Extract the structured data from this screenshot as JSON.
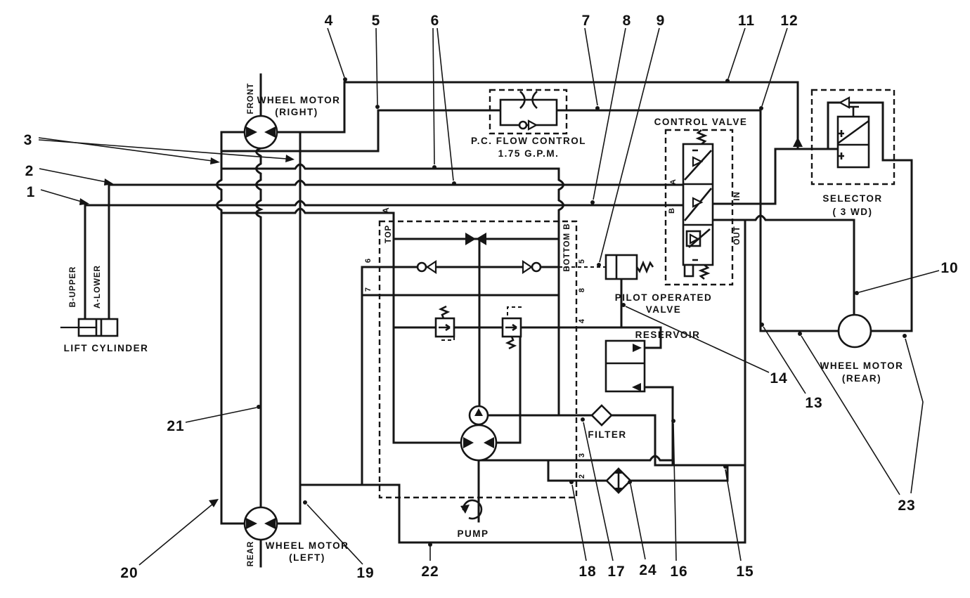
{
  "figure": {
    "type": "hydraulic-schematic",
    "background": "#ffffff",
    "ink": "#151515"
  },
  "labels": {
    "wheel_motor_right_1": "WHEEL MOTOR",
    "wheel_motor_right_2": "(RIGHT)",
    "wheel_motor_left_1": "WHEEL MOTOR",
    "wheel_motor_left_2": "(LEFT)",
    "wheel_motor_rear_1": "WHEEL MOTOR",
    "wheel_motor_rear_2": "(REAR)",
    "front": "FRONT",
    "rear": "REAR",
    "pc_flow_1": "P.C. FLOW CONTROL",
    "pc_flow_2": "1.75 G.P.M.",
    "control_valve": "CONTROL VALVE",
    "selector_1": "SELECTOR",
    "selector_2": "( 3 WD)",
    "pilot_valve_1": "PILOT OPERATED",
    "pilot_valve_2": "VALVE",
    "reservoir": "RESERVOIR",
    "filter": "FILTER",
    "pump": "PUMP",
    "lift_cylinder": "LIFT CYLINDER",
    "b_upper": "B-UPPER",
    "a_lower": "A-LOWER",
    "top": "TOP",
    "top_a": "A",
    "bottom_b": "BOTTOM B",
    "valve_in": "IN",
    "valve_out": "OUT",
    "cv_port_a": "A",
    "cv_port_b": "B",
    "port_2": "2",
    "port_3": "3",
    "port_4": "4",
    "port_5": "5",
    "port_6": "6",
    "port_7": "7",
    "port_8": "8"
  },
  "callouts": {
    "c1": "1",
    "c2": "2",
    "c3": "3",
    "c4": "4",
    "c5": "5",
    "c6": "6",
    "c7": "7",
    "c8": "8",
    "c9": "9",
    "c10": "10",
    "c11": "11",
    "c12": "12",
    "c13": "13",
    "c14": "14",
    "c15": "15",
    "c16": "16",
    "c17": "17",
    "c18": "18",
    "c19": "19",
    "c20": "20",
    "c21": "21",
    "c22": "22",
    "c23": "23",
    "c24": "24"
  }
}
